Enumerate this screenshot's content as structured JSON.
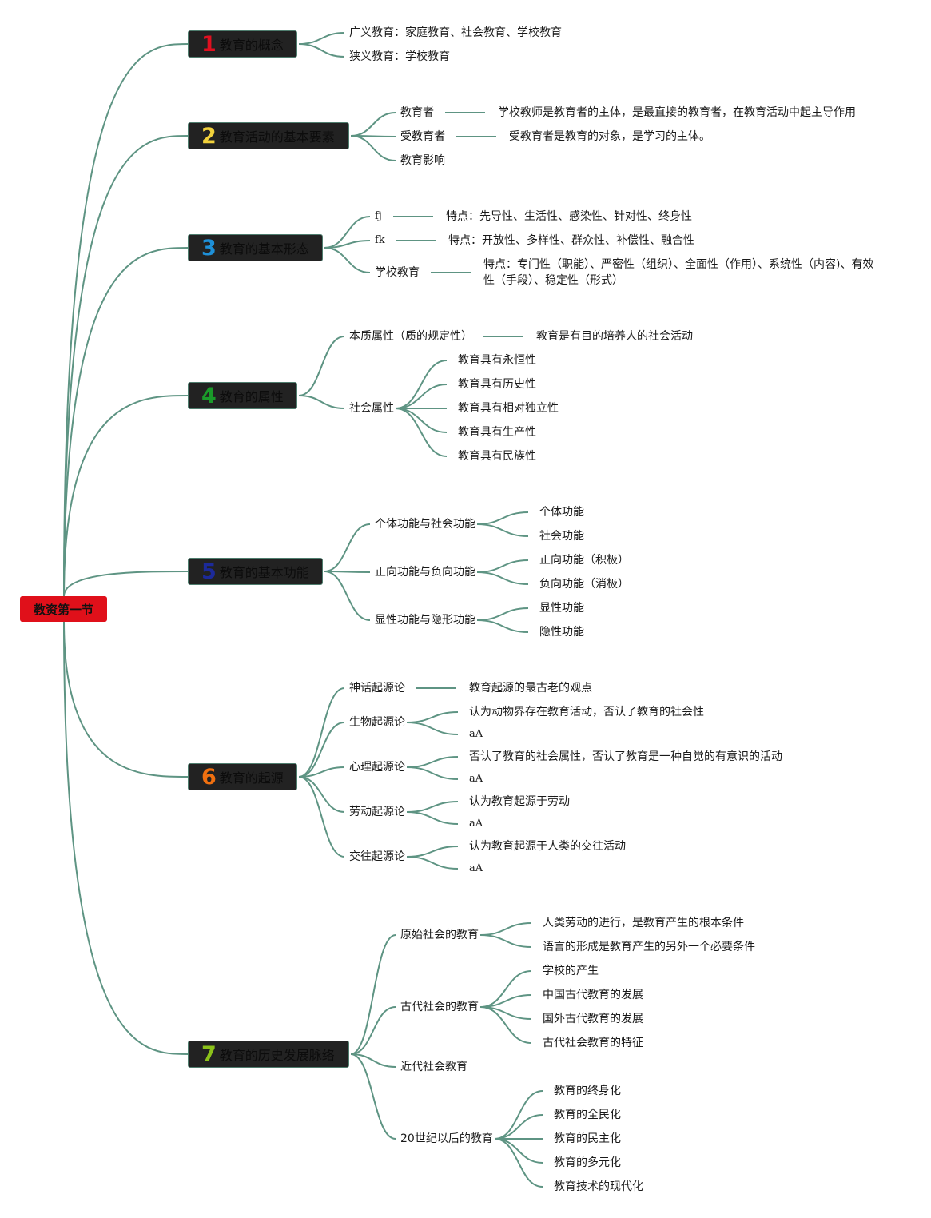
{
  "root": {
    "label": "教资第一节",
    "color": "#e0101a"
  },
  "topics": [
    {
      "num": "1",
      "num_color": "#e01020",
      "label": "教育的概念",
      "children": [
        {
          "label": "广义教育：家庭教育、社会教育、学校教育"
        },
        {
          "label": "狭义教育：学校教育"
        }
      ]
    },
    {
      "num": "2",
      "num_color": "#f2d23c",
      "label": "教育活动的基本要素",
      "children": [
        {
          "label": "教育者",
          "note": "学校教师是教育者的主体，是最直接的教育者，在教育活动中起主导作用"
        },
        {
          "label": "受教育者",
          "note": "受教育者是教育的对象，是学习的主体。"
        },
        {
          "label": "教育影响"
        }
      ]
    },
    {
      "num": "3",
      "num_color": "#1e90d8",
      "label": "教育的基本形态",
      "children": [
        {
          "label": "fj",
          "note": "特点：先导性、生活性、感染性、针对性、终身性"
        },
        {
          "label": "fk",
          "note": "特点：开放性、多样性、群众性、补偿性、融合性"
        },
        {
          "label": "学校教育",
          "note": "特点：专门性（职能）、严密性（组织）、全面性（作用）、系统性（内容)、有效性（手段）、稳定性（形式）"
        }
      ]
    },
    {
      "num": "4",
      "num_color": "#1a9a2a",
      "label": "教育的属性",
      "children": [
        {
          "label": "本质属性（质的规定性）",
          "note": "教育是有目的培养人的社会活动"
        },
        {
          "label": "社会属性",
          "children": [
            "教育具有永恒性",
            "教育具有历史性",
            "教育具有相对独立性",
            "教育具有生产性",
            "教育具有民族性"
          ]
        }
      ]
    },
    {
      "num": "5",
      "num_color": "#1c2a9a",
      "label": "教育的基本功能",
      "children": [
        {
          "label": "个体功能与社会功能",
          "children": [
            "个体功能",
            "社会功能"
          ]
        },
        {
          "label": "正向功能与负向功能",
          "children": [
            "正向功能（积极）",
            "负向功能（消极）"
          ]
        },
        {
          "label": "显性功能与隐形功能",
          "children": [
            "显性功能",
            "隐性功能"
          ]
        }
      ]
    },
    {
      "num": "6",
      "num_color": "#f07010",
      "label": "教育的起源",
      "children": [
        {
          "label": "神话起源论",
          "note": "教育起源的最古老的观点"
        },
        {
          "label": "生物起源论",
          "children": [
            "认为动物界存在教育活动，否认了教育的社会性",
            "aA"
          ]
        },
        {
          "label": "心理起源论",
          "children": [
            "否认了教育的社会属性，否认了教育是一种自觉的有意识的活动",
            "aA"
          ]
        },
        {
          "label": "劳动起源论",
          "children": [
            "认为教育起源于劳动",
            "aA"
          ]
        },
        {
          "label": "交往起源论",
          "children": [
            "认为教育起源于人类的交往活动",
            "aA"
          ]
        }
      ]
    },
    {
      "num": "7",
      "num_color": "#8cc21a",
      "label": "教育的历史发展脉络",
      "children": [
        {
          "label": "原始社会的教育",
          "children": [
            "人类劳动的进行，是教育产生的根本条件",
            "语言的形成是教育产生的另外一个必要条件"
          ]
        },
        {
          "label": "古代社会的教育",
          "children": [
            "学校的产生",
            "中国古代教育的发展",
            "国外古代教育的发展",
            "古代社会教育的特征"
          ]
        },
        {
          "label": "近代社会教育"
        },
        {
          "label": "20世纪以后的教育",
          "children": [
            "教育的终身化",
            "教育的全民化",
            "教育的民主化",
            "教育的多元化",
            "教育技术的现代化"
          ]
        }
      ]
    }
  ],
  "link_color": "#5e9483"
}
